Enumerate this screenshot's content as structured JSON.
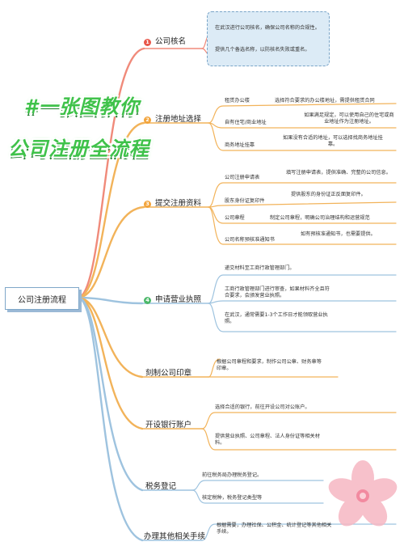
{
  "title": {
    "line1": "#一张图教你",
    "line2": "公司注册全流程"
  },
  "root": "公司注册流程",
  "branches": {
    "b1": {
      "num": "1",
      "label": "公司核名",
      "notes": [
        "在武汉进行公司核名，确保公司名称的合规性。",
        "提供几个备选名称，以防核名失败或重名。"
      ]
    },
    "b2": {
      "num": "2",
      "label": "注册地址选择",
      "items": [
        {
          "label": "租赁办公楼",
          "desc": "选择符合要求的办公楼地址，需提供租赁合同"
        },
        {
          "label": "自有住宅/商业地址",
          "desc": "如果满足规定，可以使用自己的住宅或商业地址作为注册地址。"
        },
        {
          "label": "商务地址挂靠",
          "desc": "如果没有合适的地址，可以选择找商务地址挂靠。"
        }
      ]
    },
    "b3": {
      "num": "3",
      "label": "提交注册资料",
      "items": [
        {
          "label": "公司注册申请表",
          "desc": "填写注册申请表，提供准确、完整的公司信息。"
        },
        {
          "label": "股东身份证复印件",
          "desc": "提供股东的身份证正反面复印件。"
        },
        {
          "label": "公司章程",
          "desc": "制定公司章程，明确公司治理结构和运营规范"
        },
        {
          "label": "公司名称预核准通知书",
          "desc": "如有预核准通知书，也需要提供。"
        }
      ]
    },
    "b4": {
      "num": "4",
      "label": "申请营业执照",
      "notes": [
        "递交材料至工商行政管理部门。",
        "工商行政管理部门进行审查，如果材料齐全且符合要求，会颁发营业执照。",
        "在武汉，通常需要1-3个工作日才能领取营业执照。"
      ]
    },
    "b5": {
      "label": "刻制公司印章",
      "notes": [
        "根据公司章程和要求，制作公司公章、财务章等印章。"
      ]
    },
    "b6": {
      "label": "开设银行账户",
      "notes": [
        "选择合适的银行，前往开设公司对公账户。",
        "提供营业执照、公司章程、法人身份证等相关材料。"
      ]
    },
    "b7": {
      "label": "税务登记",
      "notes": [
        "前往税务局办理税务登记。",
        "核定税种，税务登记类型等"
      ]
    },
    "b8": {
      "label": "办理其他相关手续",
      "notes": [
        "根据需要，办理社保、公积金、统计登记等其他相关手续。"
      ]
    }
  },
  "colors": {
    "red_branch": "#f08a7a",
    "orange_branch": "#f2b35a",
    "blue_branch": "#9ec3df",
    "badge_red": "#e8574a",
    "badge_orange": "#f2a33a",
    "badge_green": "#4cb86a",
    "title_green": "#3fc24a"
  }
}
